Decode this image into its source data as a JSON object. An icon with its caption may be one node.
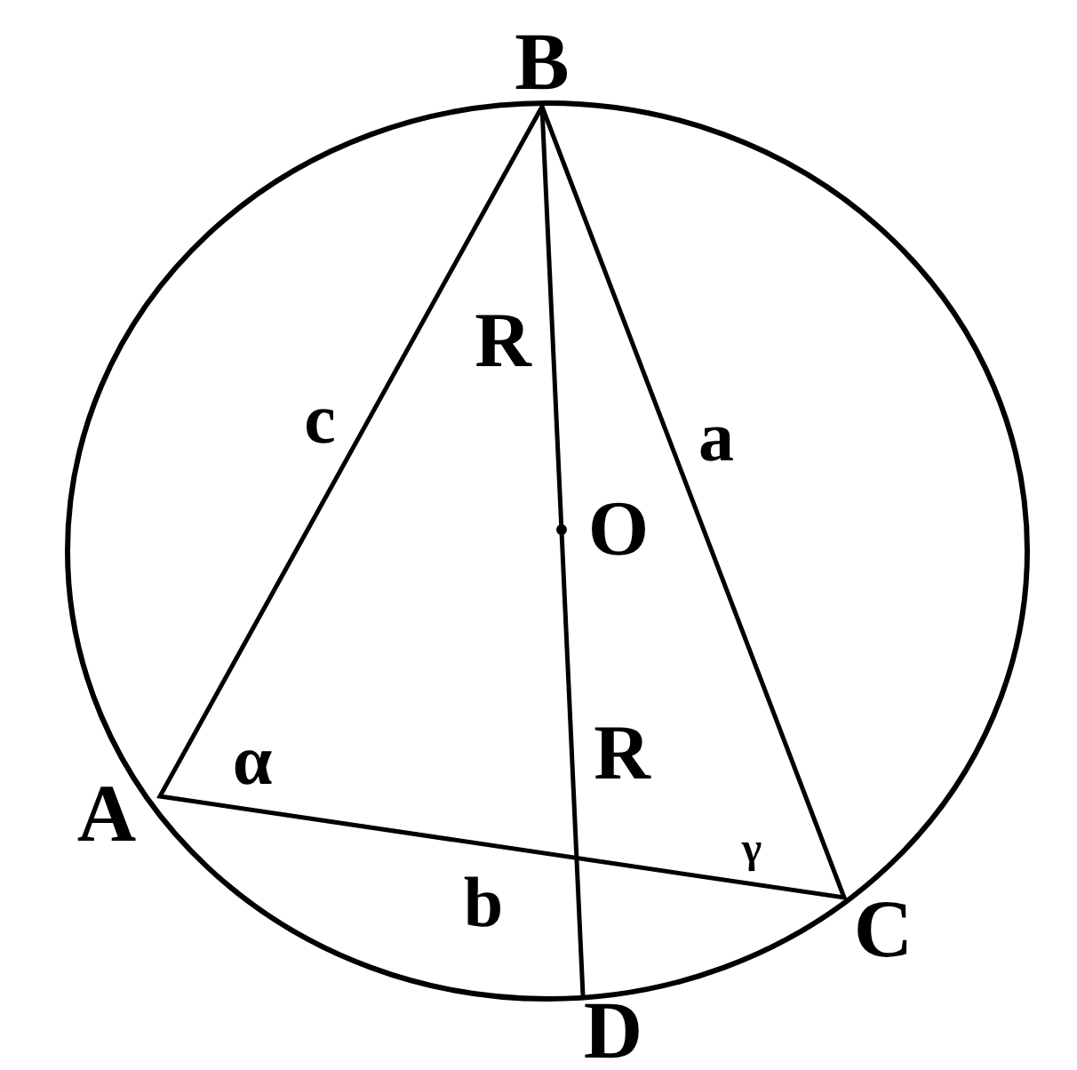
{
  "diagram": {
    "labels": [
      "B",
      "R",
      "c",
      "a",
      "O",
      "α",
      "A",
      "R",
      "γ",
      "b",
      "C",
      "D"
    ]
  }
}
